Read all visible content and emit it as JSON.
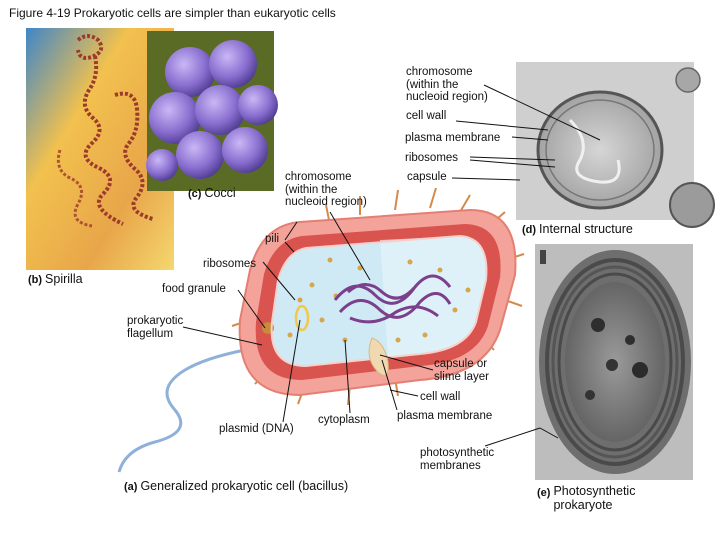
{
  "figure": {
    "title": "Figure 4-19 Prokaryotic cells are simpler than eukaryotic cells"
  },
  "panels": {
    "a": {
      "letter": "(a)",
      "caption": "Generalized prokaryotic cell (bacillus)"
    },
    "b": {
      "letter": "(b)",
      "caption": "Spirilla"
    },
    "c": {
      "letter": "(c)",
      "caption": "Cocci"
    },
    "d": {
      "letter": "(d)",
      "caption": "Internal structure"
    },
    "e": {
      "letter": "(e)",
      "caption": "Photosynthetic\nprokaryote"
    }
  },
  "labels": {
    "d_chromosome": "chromosome\n(within the\nnucleoid region)",
    "d_cell_wall": "cell wall",
    "d_plasma_membrane": "plasma membrane",
    "d_ribosomes": "ribosomes",
    "d_capsule": "capsule",
    "a_chromosome": "chromosome\n(within the\nnucleoid region)",
    "a_pili": "pili",
    "a_ribosomes": "ribosomes",
    "a_food_granule": "food granule",
    "a_flagellum": "prokaryotic\nflagellum",
    "a_capsule": "capsule or\nslime layer",
    "a_cell_wall": "cell wall",
    "a_plasmid": "plasmid (DNA)",
    "a_cytoplasm": "cytoplasm",
    "a_plasma_membrane": "plasma membrane",
    "e_photosynthetic_membranes": "photosynthetic\nmembranes"
  },
  "colors": {
    "capsule_pink": "#f3a39a",
    "cell_wall_red": "#d9534f",
    "cytoplasm_blue": "#cfe9f5",
    "dna_purple": "#7b3f8c",
    "cocci_purple": "#8a6fd0",
    "spirilla_bg": "#f2c14e",
    "micrograph_gray": "#b8b8b8"
  }
}
